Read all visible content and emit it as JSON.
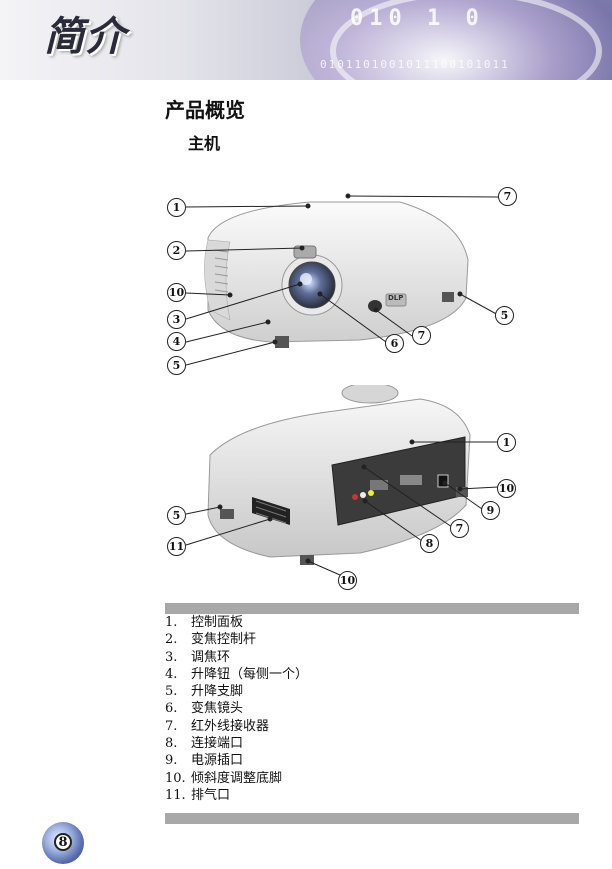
{
  "header": {
    "title": "简介",
    "binary_top": "010 1 0",
    "binary_strip": "0101101001011100101011"
  },
  "section": {
    "title": "产品概览",
    "subtitle": "主机"
  },
  "figure_front": {
    "callouts": [
      "1",
      "2",
      "10",
      "3",
      "4",
      "5",
      "7",
      "5",
      "6",
      "7"
    ],
    "badge": "DLP"
  },
  "figure_rear": {
    "callouts": [
      "1",
      "10",
      "9",
      "7",
      "8",
      "5",
      "11",
      "10"
    ]
  },
  "parts": [
    {
      "num": "1.",
      "label": "控制面板"
    },
    {
      "num": "2.",
      "label": "变焦控制杆"
    },
    {
      "num": "3.",
      "label": "调焦环"
    },
    {
      "num": "4.",
      "label": "升降钮（每侧一个）"
    },
    {
      "num": "5.",
      "label": "升降支脚"
    },
    {
      "num": "6.",
      "label": "变焦镜头"
    },
    {
      "num": "7.",
      "label": "红外线接收器"
    },
    {
      "num": "8.",
      "label": "连接端口"
    },
    {
      "num": "9.",
      "label": "电源插口"
    },
    {
      "num": "10.",
      "label": "倾斜度调整底脚"
    },
    {
      "num": "11.",
      "label": "排气口"
    }
  ],
  "page_number": "8"
}
